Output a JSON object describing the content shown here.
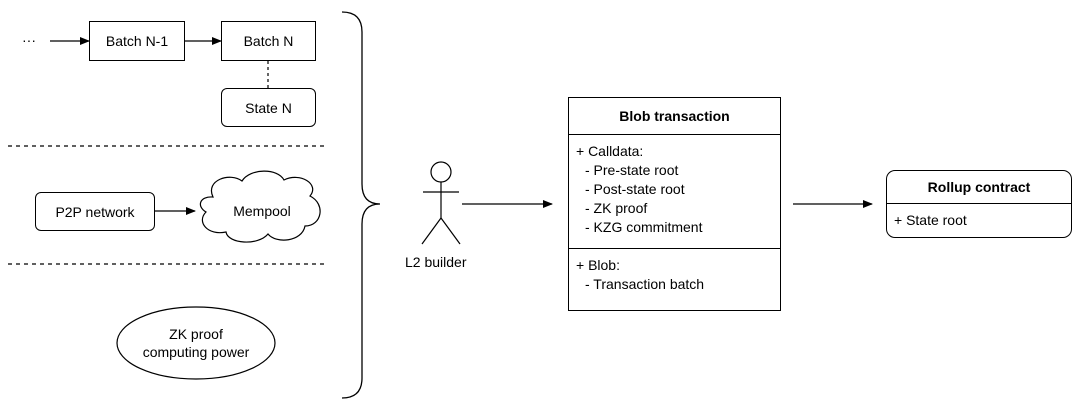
{
  "top_group": {
    "ellipsis": "···",
    "batch_prev": "Batch N-1",
    "batch_current": "Batch N",
    "state": "State N"
  },
  "middle_group": {
    "network": "P2P network",
    "mempool": "Mempool"
  },
  "bottom_group": {
    "zk_line1": "ZK proof",
    "zk_line2": "computing power"
  },
  "actor": {
    "label": "L2 builder"
  },
  "blob_transaction": {
    "title": "Blob transaction",
    "calldata_header": "+ Calldata:",
    "calldata_items": [
      "- Pre-state root",
      "- Post-state root",
      "- ZK proof",
      "- KZG commitment"
    ],
    "blob_header": "+ Blob:",
    "blob_items": [
      "- Transaction batch"
    ]
  },
  "rollup_contract": {
    "title": "Rollup contract",
    "field": "+ State root"
  }
}
